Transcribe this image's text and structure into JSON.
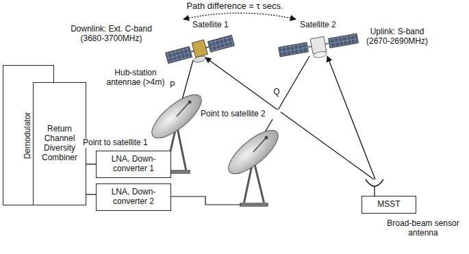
{
  "diagram": {
    "nodes": [
      {
        "text": [
          "Demodulator"
        ]
      },
      {
        "text": [
          "Return Channel Diversity Combiner"
        ]
      },
      {
        "text": [
          "LNA, Down-converter 1"
        ]
      },
      {
        "text": [
          "LNA, Down-converter 2"
        ]
      },
      {
        "text": [
          "MSST"
        ]
      }
    ],
    "edges": [
      {
        "from": 2,
        "to": 1,
        "arrow": "none"
      },
      {
        "from": 3,
        "to": 1,
        "arrow": "none"
      },
      {
        "from": 1,
        "to": 0,
        "arrow": "none"
      }
    ],
    "labels": [
      "Path difference = τ secs.",
      "Downlink: Ext. C-band (3680-3700MHz)",
      "Satellite 1",
      "Satellite 2",
      "Uplink: S-band (2670-2690MHz)",
      "Hub-station antennae (>4m)",
      "P",
      "Q",
      "Point to satellite 1",
      "Point to satellite 2",
      "Broad-beam sensor antenna"
    ]
  }
}
